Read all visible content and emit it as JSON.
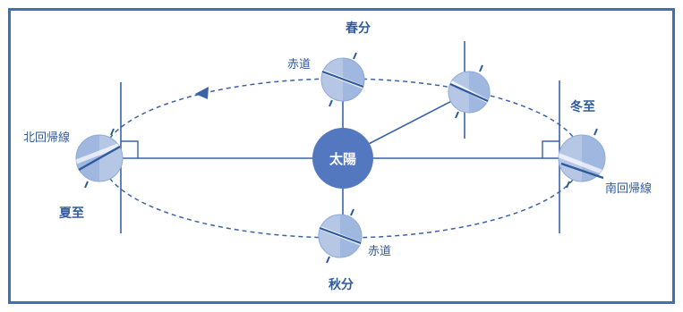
{
  "labels": {
    "spring_equinox": "春分",
    "autumn_equinox": "秋分",
    "summer_solstice": "夏至",
    "winter_solstice": "冬至",
    "sun": "太陽",
    "equator_top": "赤道",
    "equator_bottom": "赤道",
    "tropic_cancer": "北回帰線",
    "tropic_capricorn": "南回帰線"
  },
  "colors": {
    "frame": "#3f6fb5",
    "line": "#3a62a8",
    "sun": "#5478c0",
    "earth_light": "#b6c7e6",
    "earth_mid": "#8ea9d9",
    "label": "#2f5a9b"
  }
}
